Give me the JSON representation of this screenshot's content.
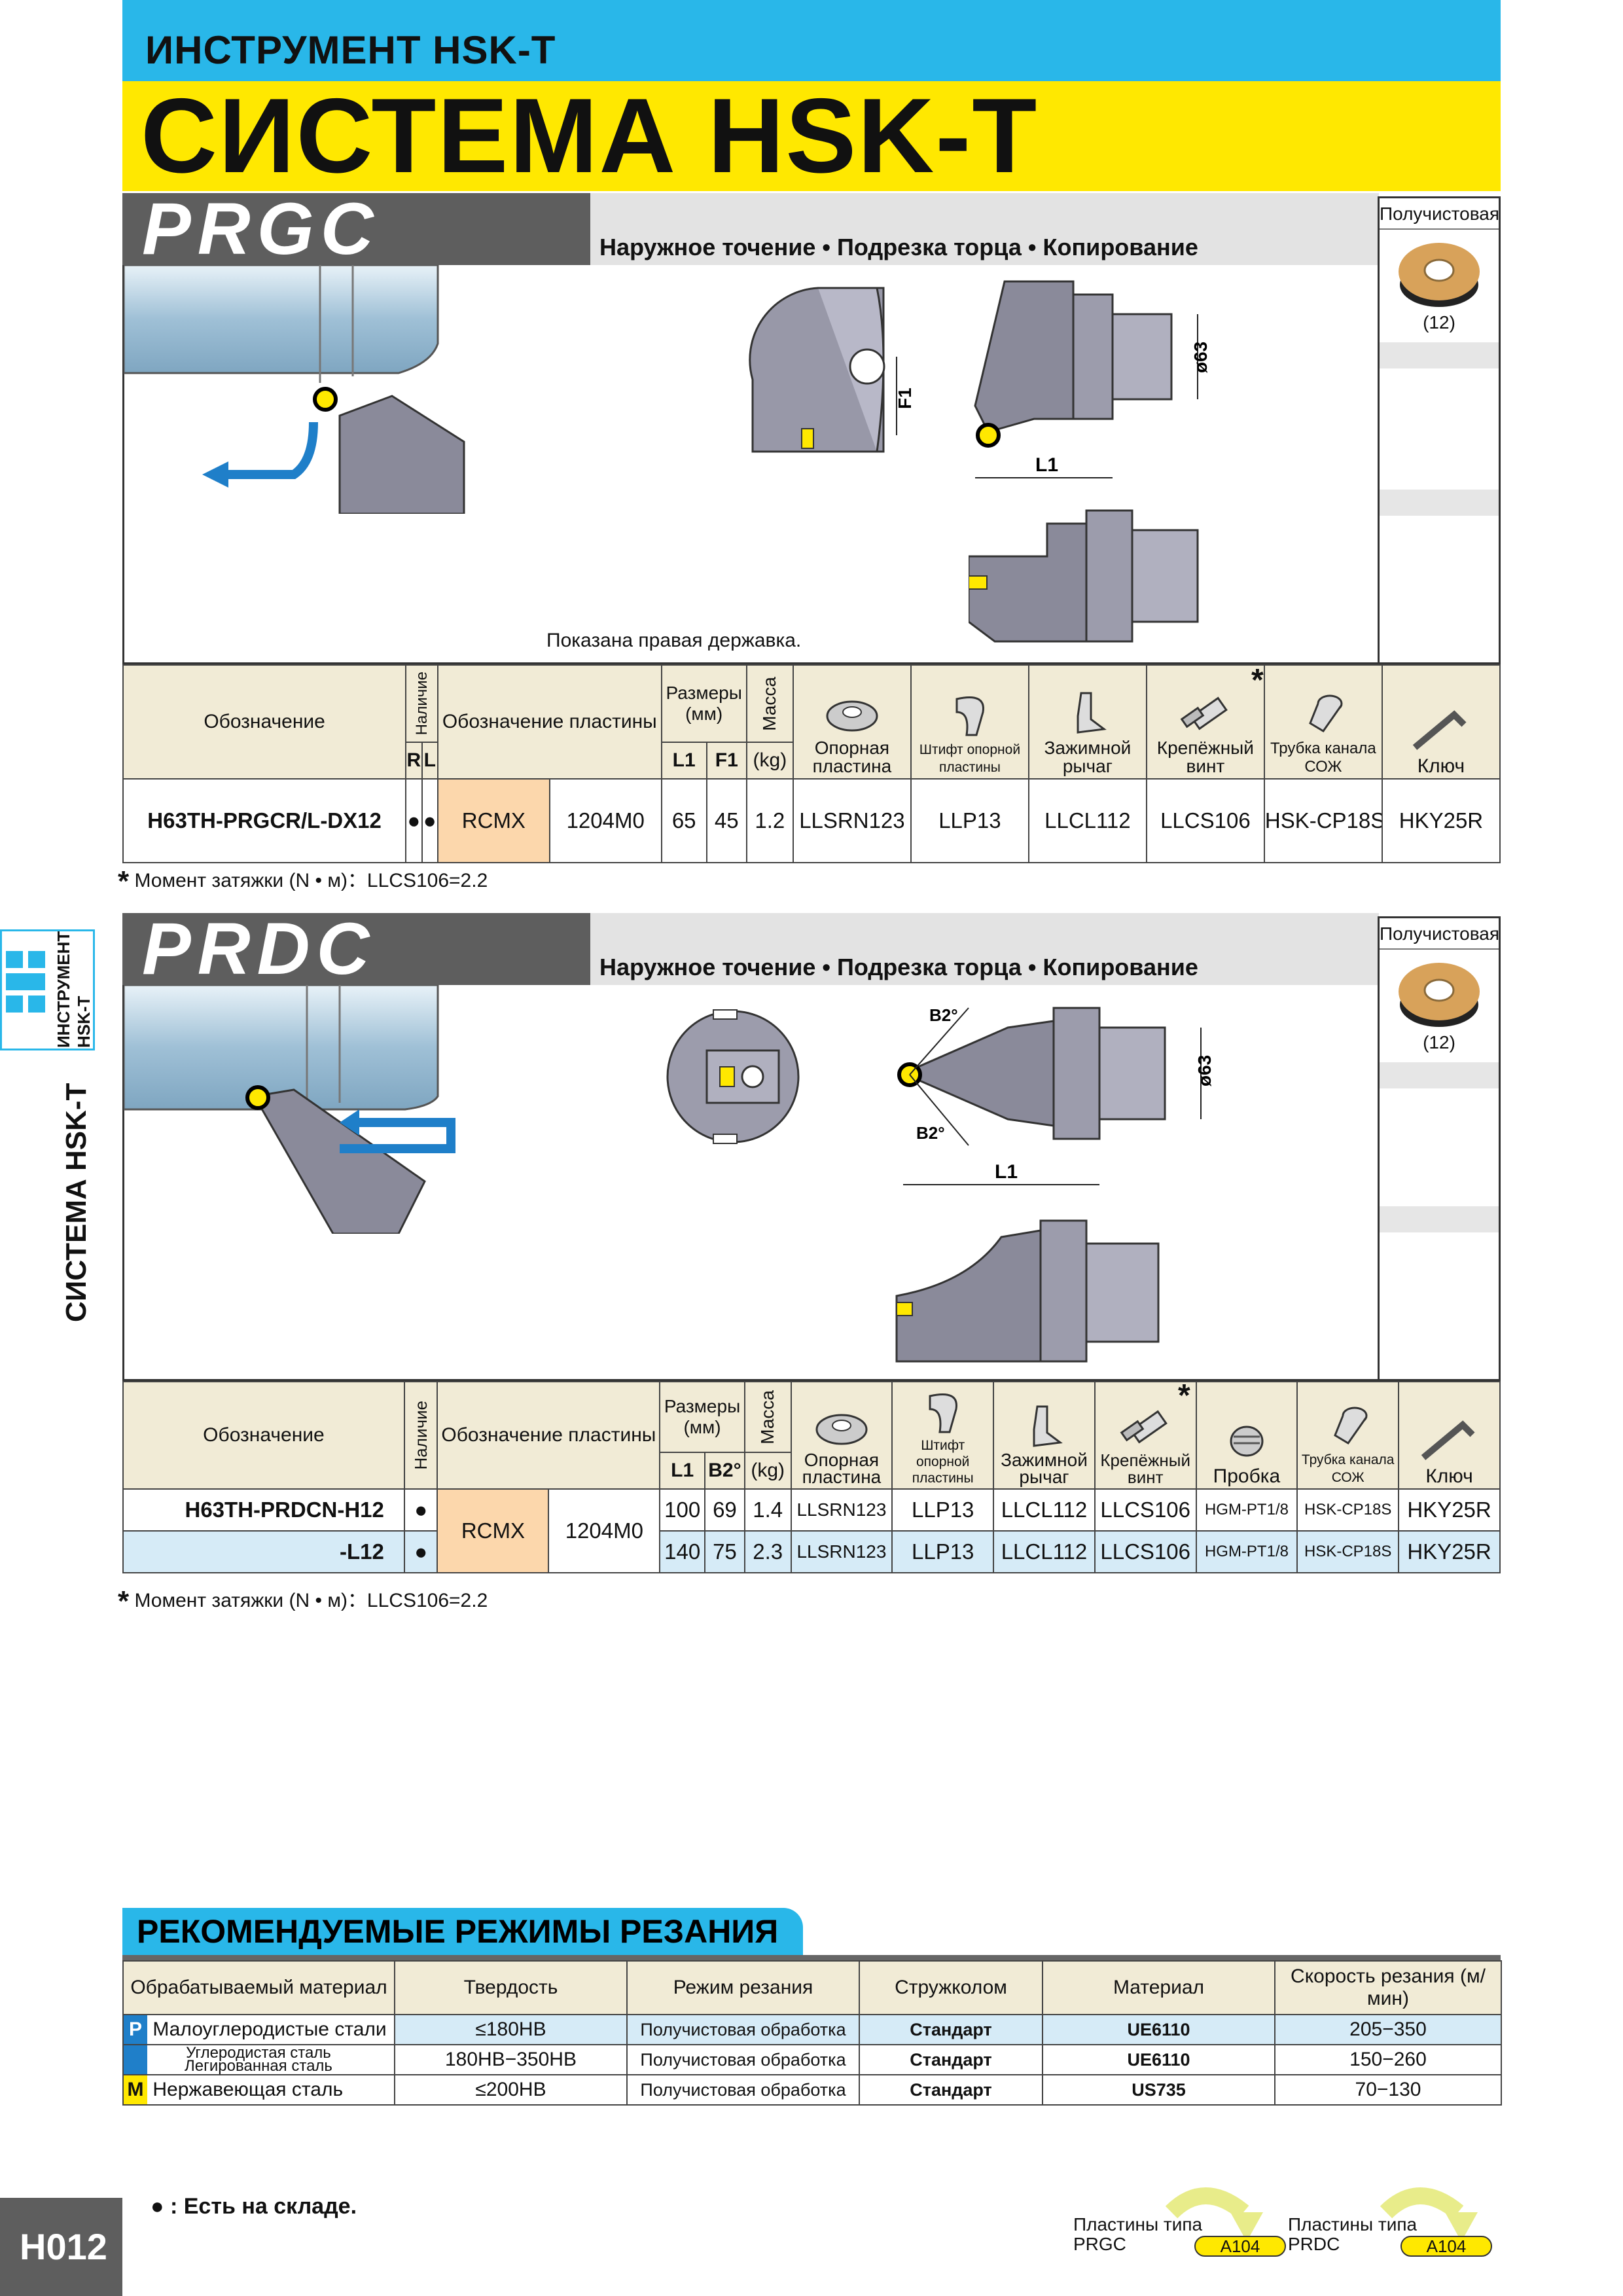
{
  "header": {
    "category": "ИНСТРУМЕНТ HSK-T",
    "title": "СИСТЕМА HSK-T"
  },
  "side": {
    "tab_line1": "ИНСТРУМЕНТ",
    "tab_line2": "HSK-T",
    "vertical_title": "СИСТЕМА HSK-T"
  },
  "colors": {
    "cyan": "#29b7e9",
    "yellow": "#ffe800",
    "dark_gray": "#5e5e5e",
    "peach": "#fcd7ac",
    "light_blue": "#d6ebf7",
    "insert_gold": "#d8a25a"
  },
  "prgc": {
    "name": "PRGC",
    "description": "Наружное точение • Подрезка торца • Копирование",
    "insert_label": "Получистовая",
    "insert_count": "(12)",
    "figure_note": "Показана правая державка.",
    "dim_labels": {
      "l1": "L1",
      "f1": "F1",
      "d": "ø63"
    },
    "table": {
      "h_designation": "Обозначение",
      "h_avail": "Наличие",
      "h_r": "R",
      "h_l": "L",
      "h_insert": "Обозначение пластины",
      "h_dims": "Размеры (мм)",
      "h_l1": "L1",
      "h_f1": "F1",
      "h_mass": "Масса",
      "h_kg": "(kg)",
      "h_parts": [
        "Опорная пластина",
        "Штифт опорной пластины",
        "Зажимной рычаг",
        "Крепёжный винт",
        "Трубка канала СОЖ",
        "Ключ"
      ],
      "row": {
        "designation": "H63TH-PRGCR/L-DX12",
        "r": "●",
        "l": "●",
        "insert": "RCMX",
        "insert_size": "1204M0",
        "l1": "65",
        "f1": "45",
        "mass": "1.2",
        "parts": [
          "LLSRN123",
          "LLP13",
          "LLCL112",
          "LLCS106",
          "HSK-CP18S",
          "HKY25R"
        ]
      }
    },
    "torque_note": "Момент затяжки (N • м)：LLCS106=2.2"
  },
  "prdc": {
    "name": "PRDC",
    "description": "Наружное точение • Подрезка торца • Копирование",
    "insert_label": "Получистовая",
    "insert_count": "(12)",
    "dim_labels": {
      "l1": "L1",
      "b2": "B2°",
      "d": "ø63"
    },
    "table": {
      "h_designation": "Обозначение",
      "h_avail": "Наличие",
      "h_insert": "Обозначение пластины",
      "h_dims": "Размеры (мм)",
      "h_l1": "L1",
      "h_b2": "B2°",
      "h_mass": "Масса",
      "h_kg": "(kg)",
      "h_parts": [
        "Опорная пластина",
        "Штифт опорной пластины",
        "Зажимной рычаг",
        "Крепёжный винт",
        "Пробка",
        "Трубка канала СОЖ",
        "Ключ"
      ],
      "insert": "RCMX",
      "insert_size": "1204M0",
      "rows": [
        {
          "designation": "H63TH-PRDCN-H12",
          "avail": "●",
          "l1": "100",
          "b2": "69",
          "mass": "1.4",
          "parts": [
            "LLSRN123",
            "LLP13",
            "LLCL112",
            "LLCS106",
            "HGM-PT1/8",
            "HSK-CP18S",
            "HKY25R"
          ]
        },
        {
          "designation": "-L12",
          "avail": "●",
          "l1": "140",
          "b2": "75",
          "mass": "2.3",
          "parts": [
            "LLSRN123",
            "LLP13",
            "LLCL112",
            "LLCS106",
            "HGM-PT1/8",
            "HSK-CP18S",
            "HKY25R"
          ]
        }
      ]
    },
    "torque_note": "Момент затяжки (N • м)：LLCS106=2.2"
  },
  "recommend": {
    "title": "РЕКОМЕНДУЕМЫЕ РЕЖИМЫ РЕЗАНИЯ",
    "headers": [
      "Обрабатываемый материал",
      "Твердость",
      "Режим резания",
      "Стружколом",
      "Материал",
      "Скорость резания (м/мин)"
    ],
    "rows": [
      {
        "group": "P",
        "group_color": "#1f7fc9",
        "material": "Малоуглеродистые стали",
        "hardness": "≤180HB",
        "mode": "Получистовая обработка",
        "breaker": "Стандарт",
        "grade": "UE6110",
        "speed": "205−350"
      },
      {
        "group": "",
        "group_color": "#1f7fc9",
        "material": "Углеродистая сталь Легированная сталь",
        "hardness": "180HB−350HB",
        "mode": "Получистовая обработка",
        "breaker": "Стандарт",
        "grade": "UE6110",
        "speed": "150−260"
      },
      {
        "group": "M",
        "group_color": "#ffe800",
        "material": "Нержавеющая сталь",
        "hardness": "≤200HB",
        "mode": "Получистовая обработка",
        "breaker": "Стандарт",
        "grade": "US735",
        "speed": "70−130"
      }
    ]
  },
  "footer": {
    "page": "H012",
    "stock_note": "● : Есть на складе.",
    "links": [
      {
        "label": "Пластины типа PRGC",
        "ref": "A104"
      },
      {
        "label": "Пластины типа PRDC",
        "ref": "A104"
      }
    ]
  }
}
